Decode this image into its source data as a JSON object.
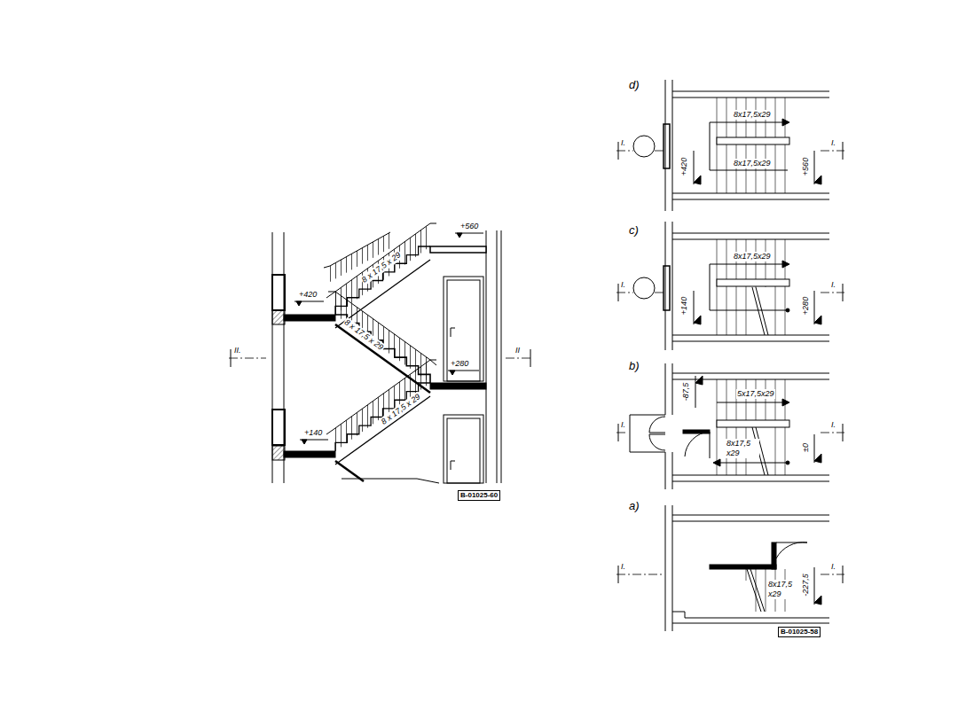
{
  "diagram": {
    "labels": [
      "+560",
      "+420",
      "8 x 17,5 x 29",
      "II.",
      "8 x 17,5 x 29",
      "II",
      "+280",
      "8 x 17,5 x 29",
      "+140",
      "B-01025-60",
      "d)",
      "8x17,5x29",
      "I.",
      "+420",
      "8x17,5x29",
      "+560",
      "I.",
      "c)",
      "8x17,5x29",
      "I.",
      "+140",
      "+280",
      "I.",
      "b)",
      "-87,5",
      "5x17,5x29",
      "I.",
      "8x17,5 x29",
      "±0",
      "I.",
      "a)",
      "I.",
      "8x17,5 x29",
      "-227,5",
      "I.",
      "B-01025-58"
    ]
  }
}
